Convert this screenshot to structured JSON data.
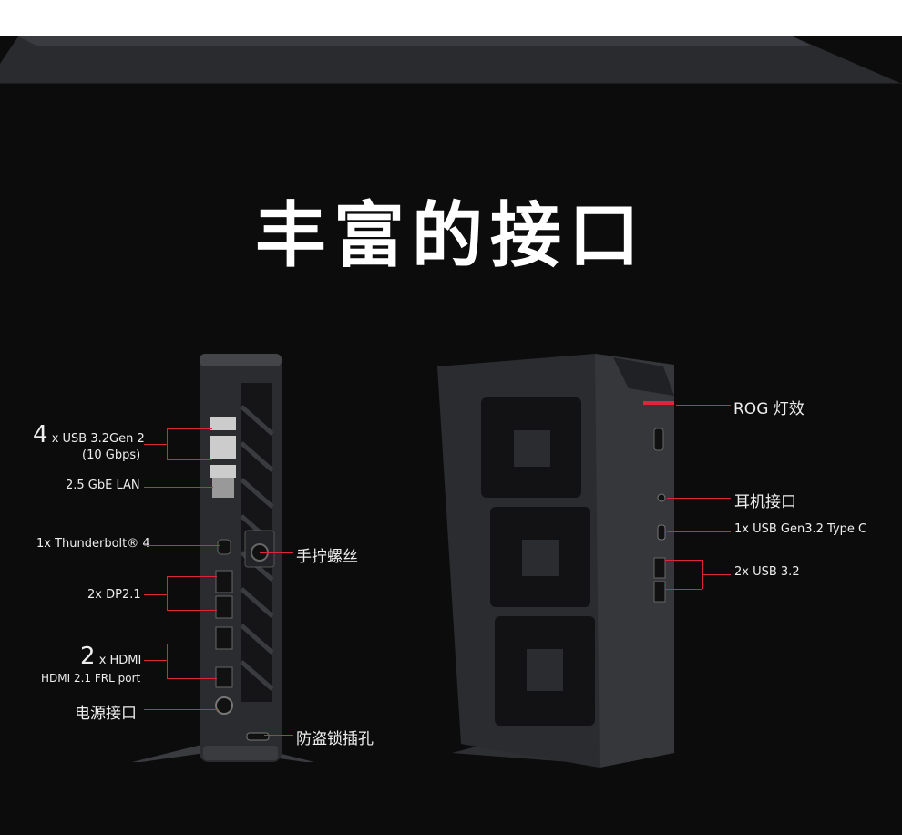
{
  "title": "丰富的接口",
  "left_labels": {
    "usb_count": "4",
    "usb_text": "x USB 3.2Gen 2",
    "usb_speed": "(10 Gbps)",
    "lan": "2.5 GbE LAN",
    "thunderbolt": "1x Thunderbolt® 4",
    "dp": "2x DP2.1",
    "hdmi_count": "2",
    "hdmi_text": "x HDMI",
    "hdmi_port": "HDMI 2.1 FRL port",
    "power": "电源接口"
  },
  "middle_labels": {
    "screw": "手拧螺丝",
    "lock": "防盗锁插孔"
  },
  "right_labels": {
    "rog_light": "ROG 灯效",
    "headphone": "耳机接口",
    "usbc": "1x USB Gen3.2 Type C",
    "usb32": "2x USB 3.2"
  },
  "colors": {
    "accent": "#e0253a",
    "background": "#0c0c0d",
    "device": "#2b2c30"
  }
}
